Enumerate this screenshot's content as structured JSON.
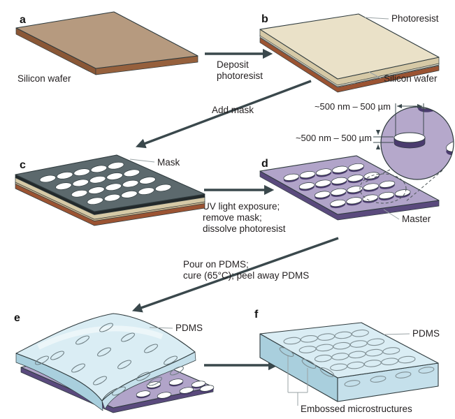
{
  "panels": {
    "a": {
      "letter": "a",
      "caption": "Silicon wafer"
    },
    "b": {
      "letter": "b",
      "photoresist_label": "Photoresist",
      "silicon_label": "Silicon wafer"
    },
    "c": {
      "letter": "c",
      "mask_label": "Mask"
    },
    "d": {
      "letter": "d",
      "master_label": "Master",
      "dim_width": "~500 nm – 500 µm",
      "dim_depth": "~500 nm – 500 µm"
    },
    "e": {
      "letter": "e",
      "pdms_label": "PDMS"
    },
    "f": {
      "letter": "f",
      "pdms_label": "PDMS",
      "embossed_label": "Embossed microstructures"
    }
  },
  "steps": {
    "deposit_line1": "Deposit",
    "deposit_line2": "photoresist",
    "add_mask": "Add mask",
    "uv_line1": "UV light exposure;",
    "uv_line2": "remove mask;",
    "uv_line3": "dissolve photoresist",
    "pour_line1": "Pour on PDMS;",
    "pour_line2": "cure (65°C); peel away PDMS"
  },
  "colors": {
    "ink": "#2e3a3d",
    "arrow": "#3a484c",
    "leader": "#9aa3a5",
    "text": "#231f20",
    "wafer-top": "#b69a7f",
    "wafer-side": "#8a5736",
    "wafer-side2": "#96603c",
    "pr-top": "#eae1c8",
    "pr-side": "#d6c9a6",
    "pr-line": "#efe8d2",
    "tan-layer": "#cbb38c",
    "silicon-side": "#9b5332",
    "mask-top": "#5c696d",
    "mask-dark": "#23292b",
    "master-top": "#b1a4c9",
    "master-side": "#5a4a7d",
    "master-well": "#4a3b6e",
    "pdms-top": "#daedf4",
    "pdms-side": "#a9cfdd",
    "pdms-mid": "#c5e0eb",
    "inset-fill": "#b5a8cb",
    "white": "#ffffff"
  }
}
